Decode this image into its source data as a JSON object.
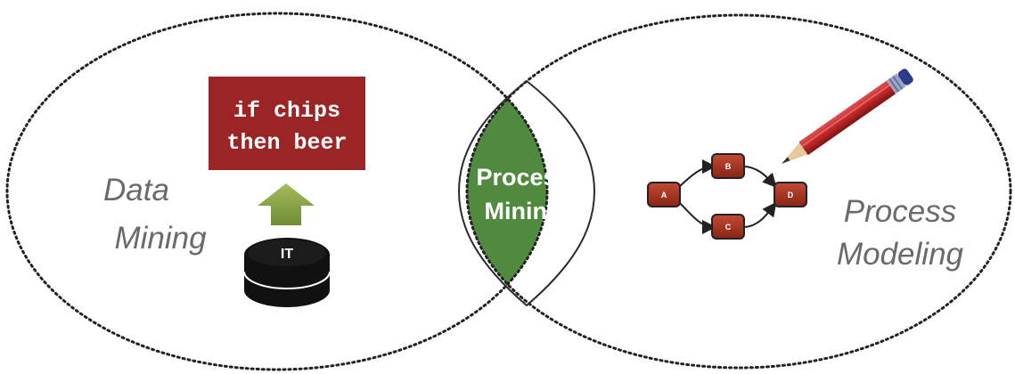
{
  "left_region": {
    "line1": "Data",
    "line2": "Mining"
  },
  "right_region": {
    "line1": "Process",
    "line2": "Modeling"
  },
  "center_region": {
    "line1": "Process",
    "line2": "Mining"
  },
  "rule_box": {
    "line1": "if chips",
    "line2": "then beer"
  },
  "database": {
    "label": "IT"
  },
  "process_model": {
    "nodes": [
      "A",
      "B",
      "C",
      "D"
    ]
  },
  "colors": {
    "overlap_fill": "#4f8a3f",
    "rule_box_fill": "#9b2424",
    "arrow_fill": "#8aa84a",
    "node_fill": "#a1301f",
    "outline": "#222222"
  },
  "icons": [
    "database-icon",
    "up-arrow-icon",
    "pencil-icon"
  ]
}
